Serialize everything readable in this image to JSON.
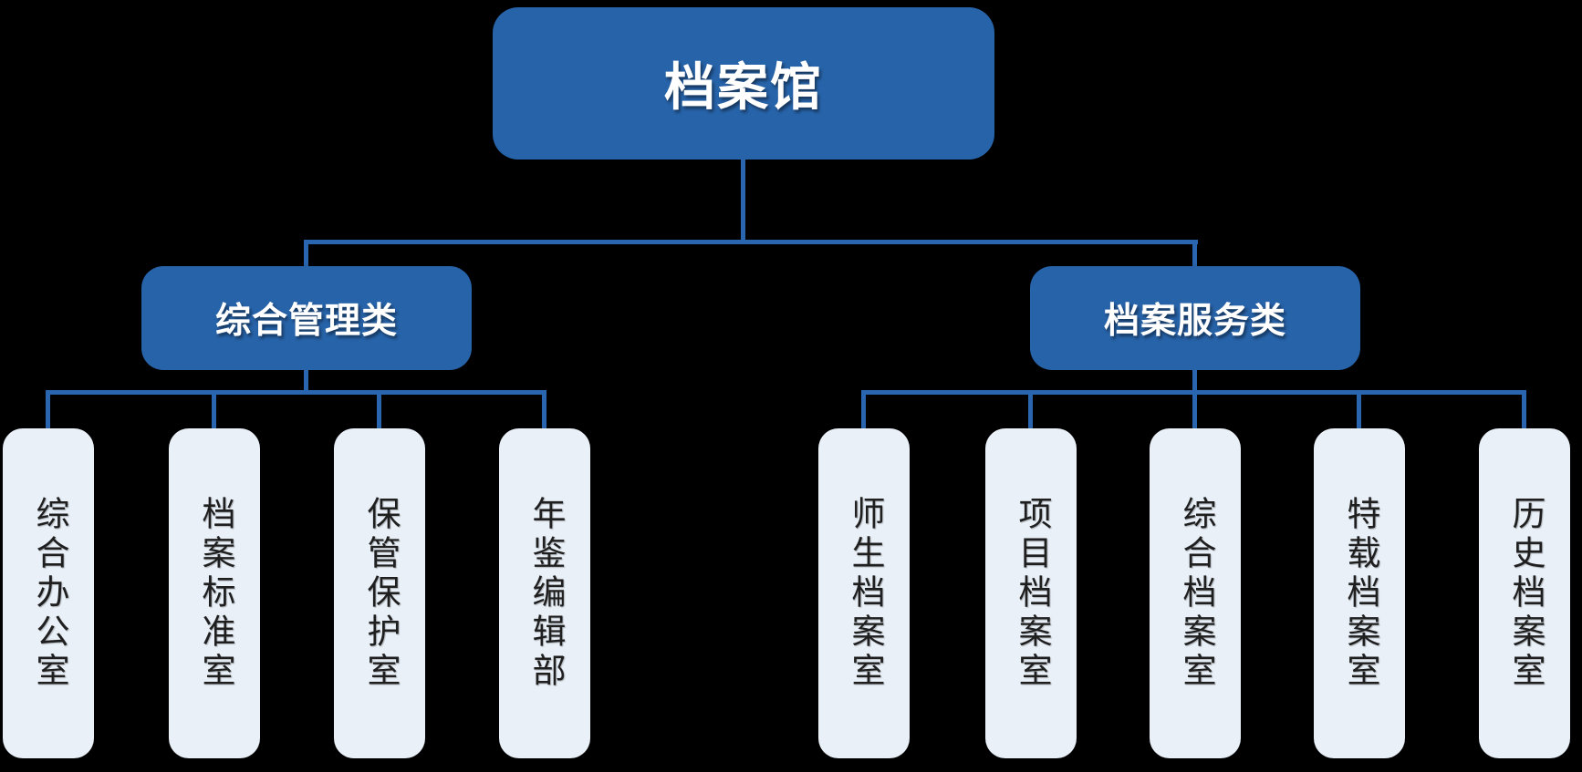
{
  "diagram": {
    "title": "档案馆",
    "groups": [
      {
        "label": "综合管理类",
        "children": [
          "综合办公室",
          "档案标准室",
          "保管保护室",
          "年鉴编辑部"
        ]
      },
      {
        "label": "档案服务类",
        "children": [
          "师生档案室",
          "项目档案室",
          "综合档案室",
          "特载档案室",
          "历史档案室"
        ]
      }
    ]
  },
  "colors": {
    "background": "#000000",
    "node_fill": "#2763A9",
    "node_text": "#FFFFFF",
    "connector": "#2A66AF",
    "leaf_fill": "#E9F0F8",
    "leaf_text": "#1F1F1F"
  }
}
